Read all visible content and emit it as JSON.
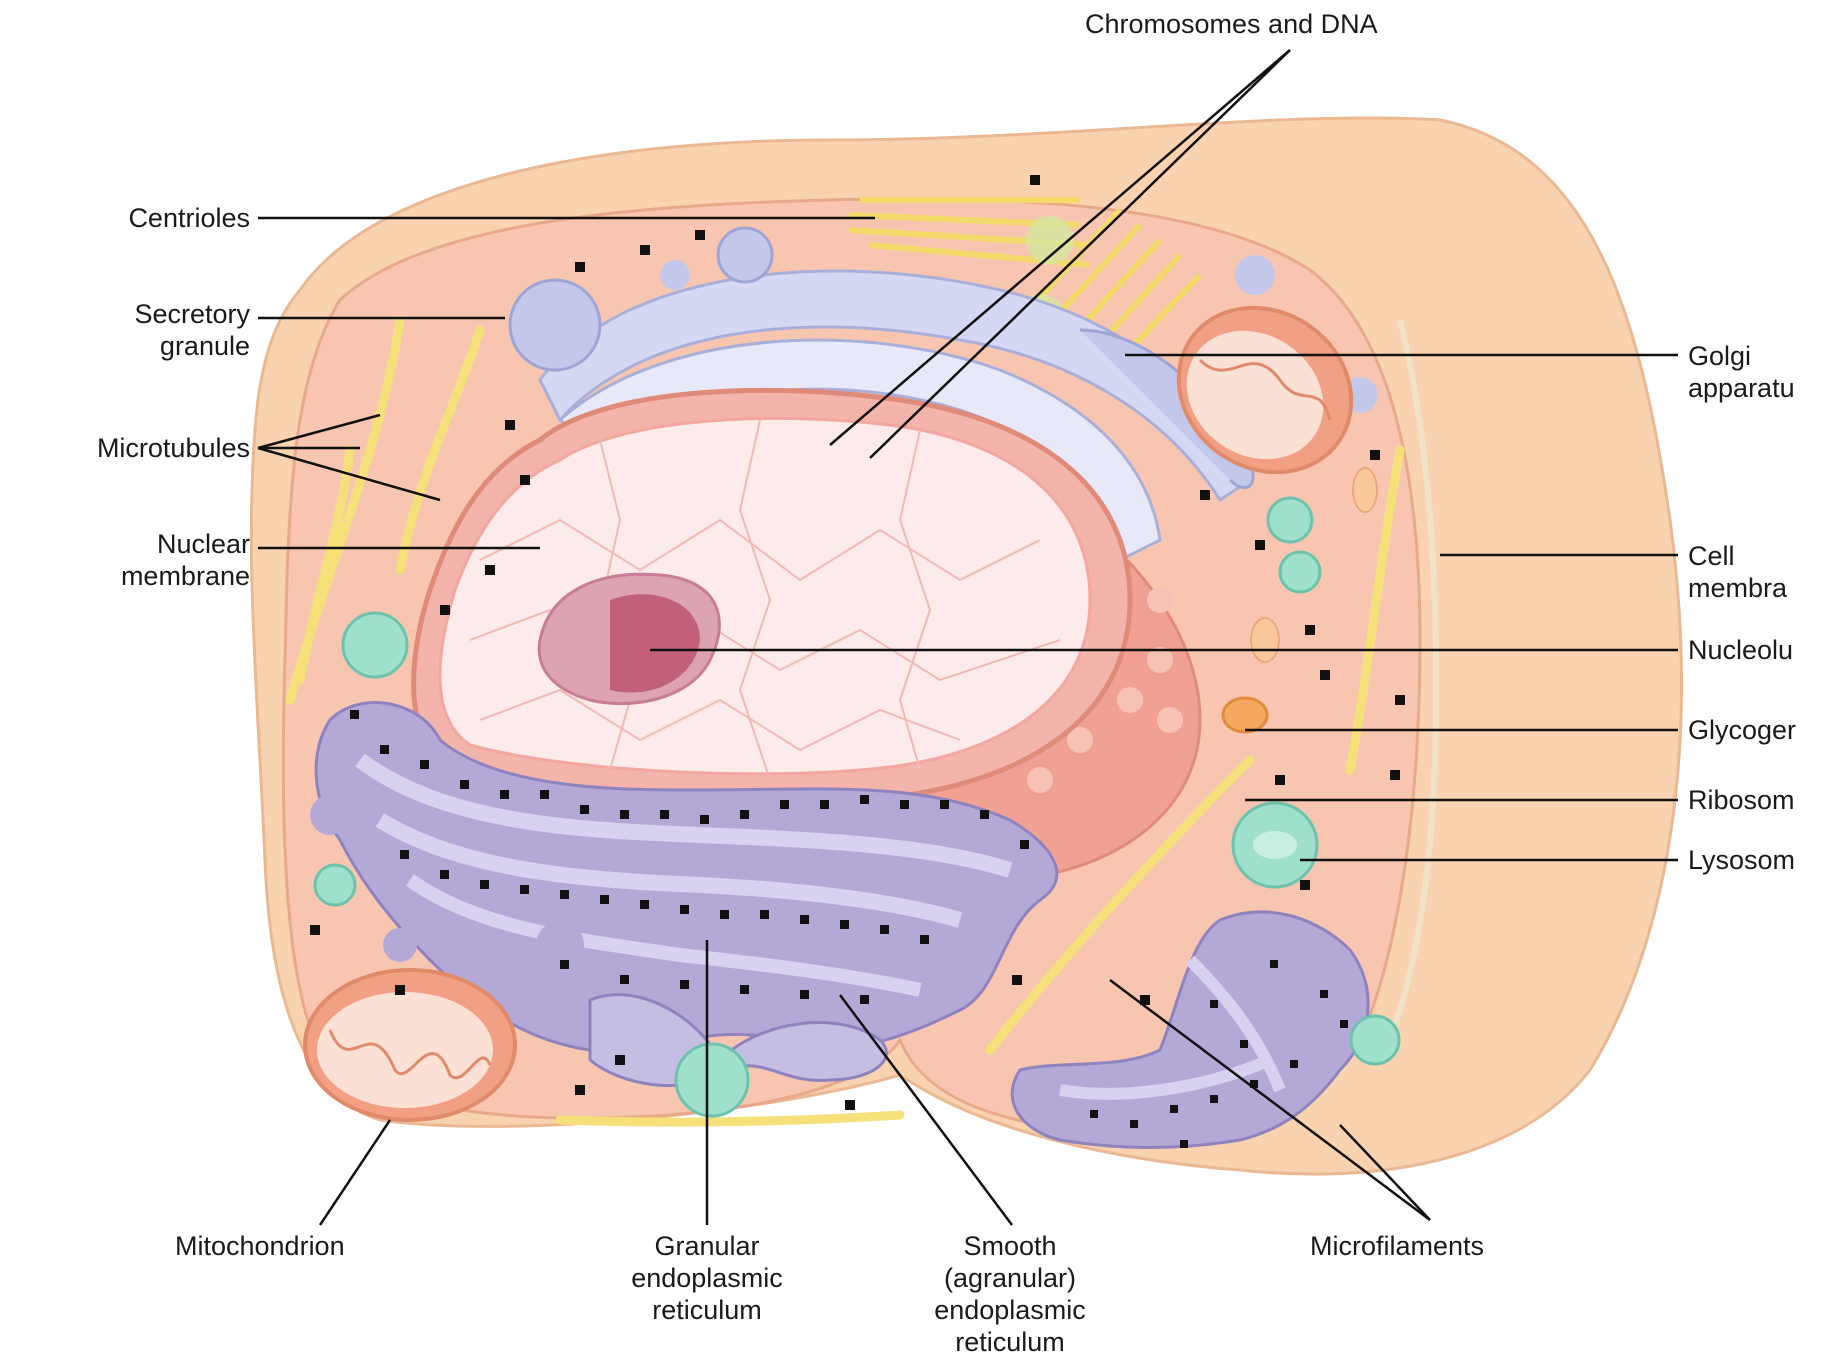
{
  "diagram": {
    "labels": {
      "chromosomes": "Chromosomes and DNA",
      "centrioles": "Centrioles",
      "secretory_1": "Secretory",
      "secretory_2": "granule",
      "microtubules": "Microtubules",
      "nuclear_1": "Nuclear",
      "nuclear_2": "membrane",
      "golgi_1": "Golgi",
      "golgi_2": "apparatu",
      "cell_membrane_1": "Cell",
      "cell_membrane_2": "membra",
      "nucleolus": "Nucleolu",
      "glycogen": "Glycoger",
      "ribosomes": "Ribosom",
      "lysosomes": "Lysosom",
      "mitochondrion": "Mitochondrion",
      "granular_1": "Granular",
      "granular_2": "endoplasmic",
      "granular_3": "reticulum",
      "smooth_1": "Smooth",
      "smooth_2": "(agranular)",
      "smooth_3": "endoplasmic",
      "smooth_4": "reticulum",
      "microfilaments": "Microfilaments"
    },
    "colors": {
      "outer_cell": "#f9d3b0",
      "cytoplasm": "#f8c6b0",
      "nucleus_fill": "#fcebea",
      "nucleus_rim": "#f2a7a0",
      "er_purple": "#b4a9d6",
      "golgi_blue": "#c3c8ea",
      "microtubule": "#f6e07a",
      "lysosome": "#9fe0cd",
      "mitochondrion": "#f4a890",
      "leader_line": "#111111"
    }
  }
}
